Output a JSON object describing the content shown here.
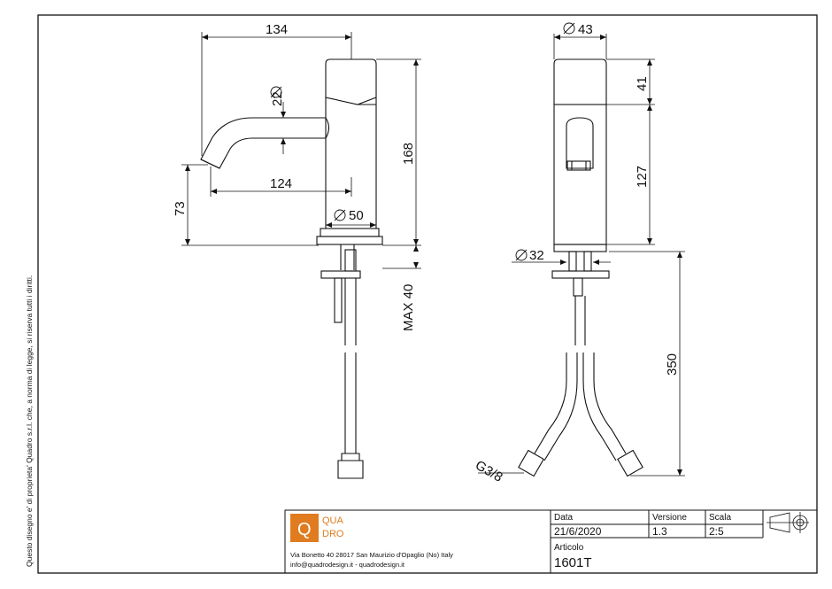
{
  "copyright_notice": "Questo disegno e' di proprieta' Quadro s.r.l. che, a norma di legge, si riserva tutti i diritti.",
  "dimensions": {
    "spout_length": "134",
    "spout_diameter": "22",
    "spout_projection": "124",
    "spout_height": "73",
    "body_height": "168",
    "base_diameter": "50",
    "max_thickness": "MAX 40",
    "top_diameter": "43",
    "cap_height": "41",
    "lower_body_height": "127",
    "shank_diameter": "32",
    "hose_length": "350",
    "thread": "G3/8"
  },
  "title_block": {
    "logo_line1": "QUA",
    "logo_line2": "DRO",
    "logo_letter": "Q",
    "address_line1": "Via Bonetto 40  28017 San Maurizio d'Opaglio (No) Italy",
    "address_line2": "info@quadrodesign.it  -  quadrodesign.it",
    "date_label": "Data",
    "date_value": "21/6/2020",
    "version_label": "Versione",
    "version_value": "1.3",
    "scale_label": "Scala",
    "scale_value": "2:5",
    "article_label": "Articolo",
    "article_value": "1601T"
  },
  "colors": {
    "logo_orange": "#e07b1f",
    "line": "#111111"
  }
}
